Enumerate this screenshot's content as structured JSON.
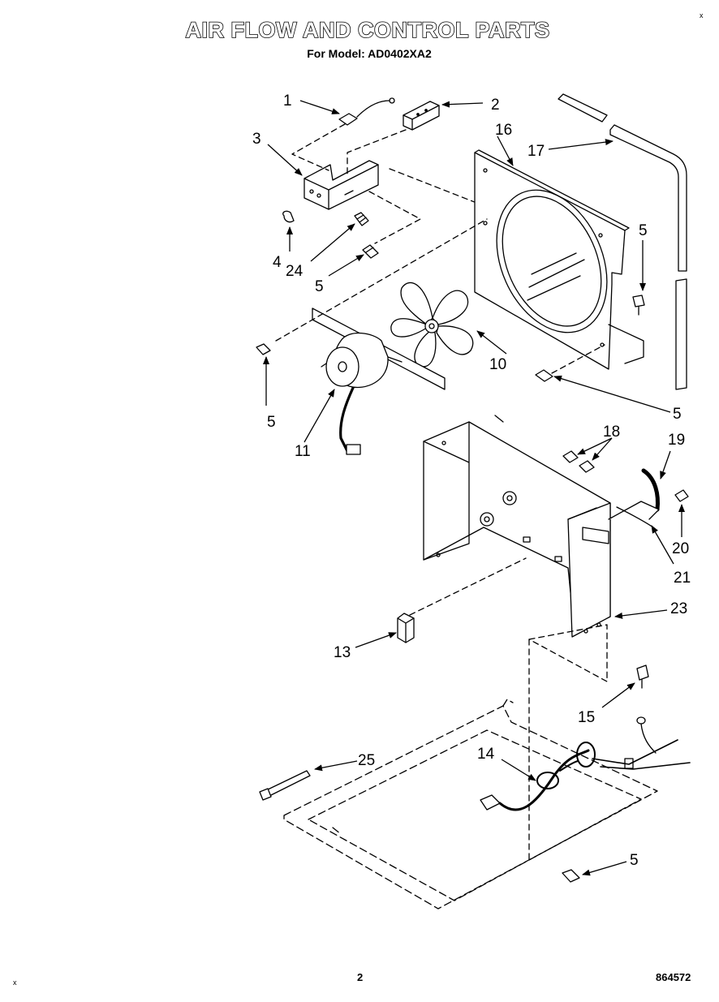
{
  "header": {
    "title": "AIR FLOW AND CONTROL PARTS",
    "subtitle": "For Model: AD0402XA2"
  },
  "footer": {
    "page_number": "2",
    "document_number": "864572",
    "corner_mark": "x"
  },
  "callouts": {
    "c1": "1",
    "c2": "2",
    "c3": "3",
    "c4": "4",
    "c24": "24",
    "c5a": "5",
    "c5b": "5",
    "c5c": "5",
    "c5d": "5",
    "c5e": "5",
    "c10": "10",
    "c11": "11",
    "c13": "13",
    "c14": "14",
    "c15": "15",
    "c16": "16",
    "c17": "17",
    "c18": "18",
    "c19": "19",
    "c20": "20",
    "c21": "21",
    "c23": "23",
    "c25": "25"
  }
}
